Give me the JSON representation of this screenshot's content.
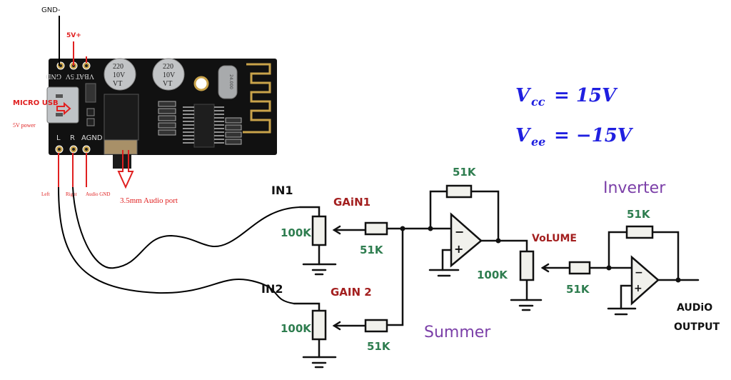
{
  "module": {
    "pin_labels_top": [
      "GND",
      "5V",
      "VBAT"
    ],
    "pin_labels_bottom": [
      "L",
      "R",
      "AGND"
    ],
    "capacitor_1": [
      "220",
      "10V",
      "VT"
    ],
    "capacitor_2": [
      "220",
      "10V",
      "VT"
    ],
    "crystal": "24.000",
    "annotations": {
      "gnd_minus": "GND-",
      "five_v_plus": "5V+",
      "micro_usb": "MICRO USB",
      "five_v_power": "5V power",
      "left": "Left",
      "right": "Right",
      "audio_gnd": "Audio GND",
      "audio_port": "3.5mm Audio port"
    }
  },
  "supply": {
    "vcc_sym": "V",
    "vcc_sub": "cc",
    "vcc_val": "= 15V",
    "vee_sym": "V",
    "vee_sub": "ee",
    "vee_val": "= −15V"
  },
  "schematic": {
    "in1": "IN1",
    "in2": "IN2",
    "gain1": "GAiN1",
    "gain2": "GAIN 2",
    "pot_gain1": "100K",
    "pot_gain2": "100K",
    "r_in1": "51K",
    "r_in2": "51K",
    "r_feedback_summer": "51K",
    "volume": "VoLUME",
    "pot_volume": "100K",
    "r_in_inverter": "51K",
    "r_feedback_inverter": "51K",
    "summer_label": "Summer",
    "inverter_label": "Inverter",
    "audio_output_1": "AUDiO",
    "audio_output_2": "OUTPUT",
    "opamp_minus": "−",
    "opamp_plus": "+"
  },
  "colors": {
    "pcb": "#111111",
    "red_annotation": "#e02020",
    "label_green": "#2e7d4f",
    "label_darkred": "#a31f1f",
    "label_purple": "#7b3fa8",
    "equation_blue": "#1f1fe0",
    "component_fill": "#f1f1ec"
  }
}
